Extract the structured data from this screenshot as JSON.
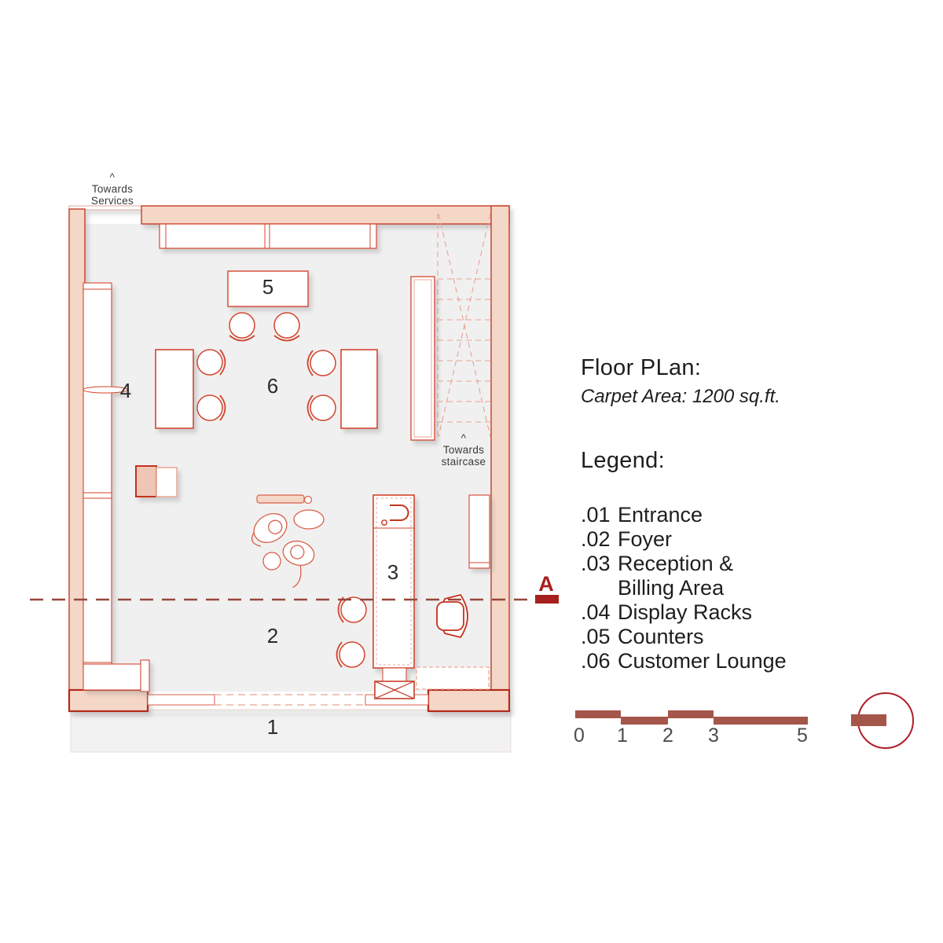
{
  "title": {
    "heading": "Floor PLan:",
    "subheading": "Carpet Area: 1200 sq.ft."
  },
  "legend": {
    "heading": "Legend:",
    "items": [
      {
        "code": ".01",
        "label": "Entrance"
      },
      {
        "code": ".02",
        "label": "Foyer"
      },
      {
        "code": ".03",
        "label": "Reception &"
      },
      {
        "code": "",
        "label": "Billing Area"
      },
      {
        "code": ".04",
        "label": "Display Racks"
      },
      {
        "code": ".05",
        "label": "Counters"
      },
      {
        "code": ".06",
        "label": "Customer Lounge"
      }
    ]
  },
  "plan": {
    "rooms": {
      "entrance": "1",
      "foyer": "2",
      "reception": "3",
      "display_racks": "4",
      "counters": "5",
      "customer_lounge": "6"
    },
    "annotations": {
      "services": {
        "caret": "^",
        "line1": "Towards",
        "line2": "Services"
      },
      "staircase": {
        "caret": "^",
        "line1": "Towards",
        "line2": "staircase"
      }
    },
    "section_marker": "A"
  },
  "scalebar": {
    "ticks": [
      "0",
      "1",
      "2",
      "3",
      "5"
    ]
  },
  "colors": {
    "wall_fill": "#f5d7c7",
    "wall_outline": "#c63a28",
    "furniture_outline": "#d4452e",
    "light_outline": "#eaa894",
    "floor_fill": "#f1f0f0",
    "section_red": "#a6201e",
    "scale_brown": "#a5564a",
    "text_dark": "#1e1e1e"
  }
}
